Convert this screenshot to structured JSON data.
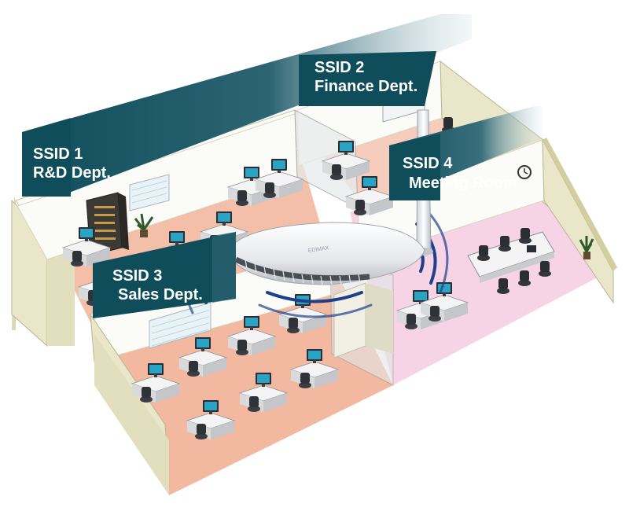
{
  "scene": {
    "labels": {
      "ssid1": {
        "line1": "SSID 1",
        "line2": "R&D Dept."
      },
      "ssid2": {
        "line1": "SSID 2",
        "line2": "Finance Dept."
      },
      "ssid3": {
        "line1": "SSID 3",
        "line2": "Sales  Dept."
      },
      "ssid4": {
        "line1": "SSID 4",
        "line2": "Meeting Room"
      }
    },
    "router_brand": "EDIMAX"
  },
  "colors": {
    "banner": "#0f4d5b",
    "floor_peach": "#f2b8a0",
    "floor_pink": "#f7d3e6",
    "wall_cream": "#e9e6c9",
    "wall_white": "#fbfbf7",
    "signal_blue": "#1f3f8a"
  },
  "icons": {
    "workstation": "computer-desk-icon",
    "server": "server-rack-icon",
    "plant": "potted-plant-icon",
    "clock": "wall-clock-icon",
    "router": "wireless-router-icon"
  }
}
